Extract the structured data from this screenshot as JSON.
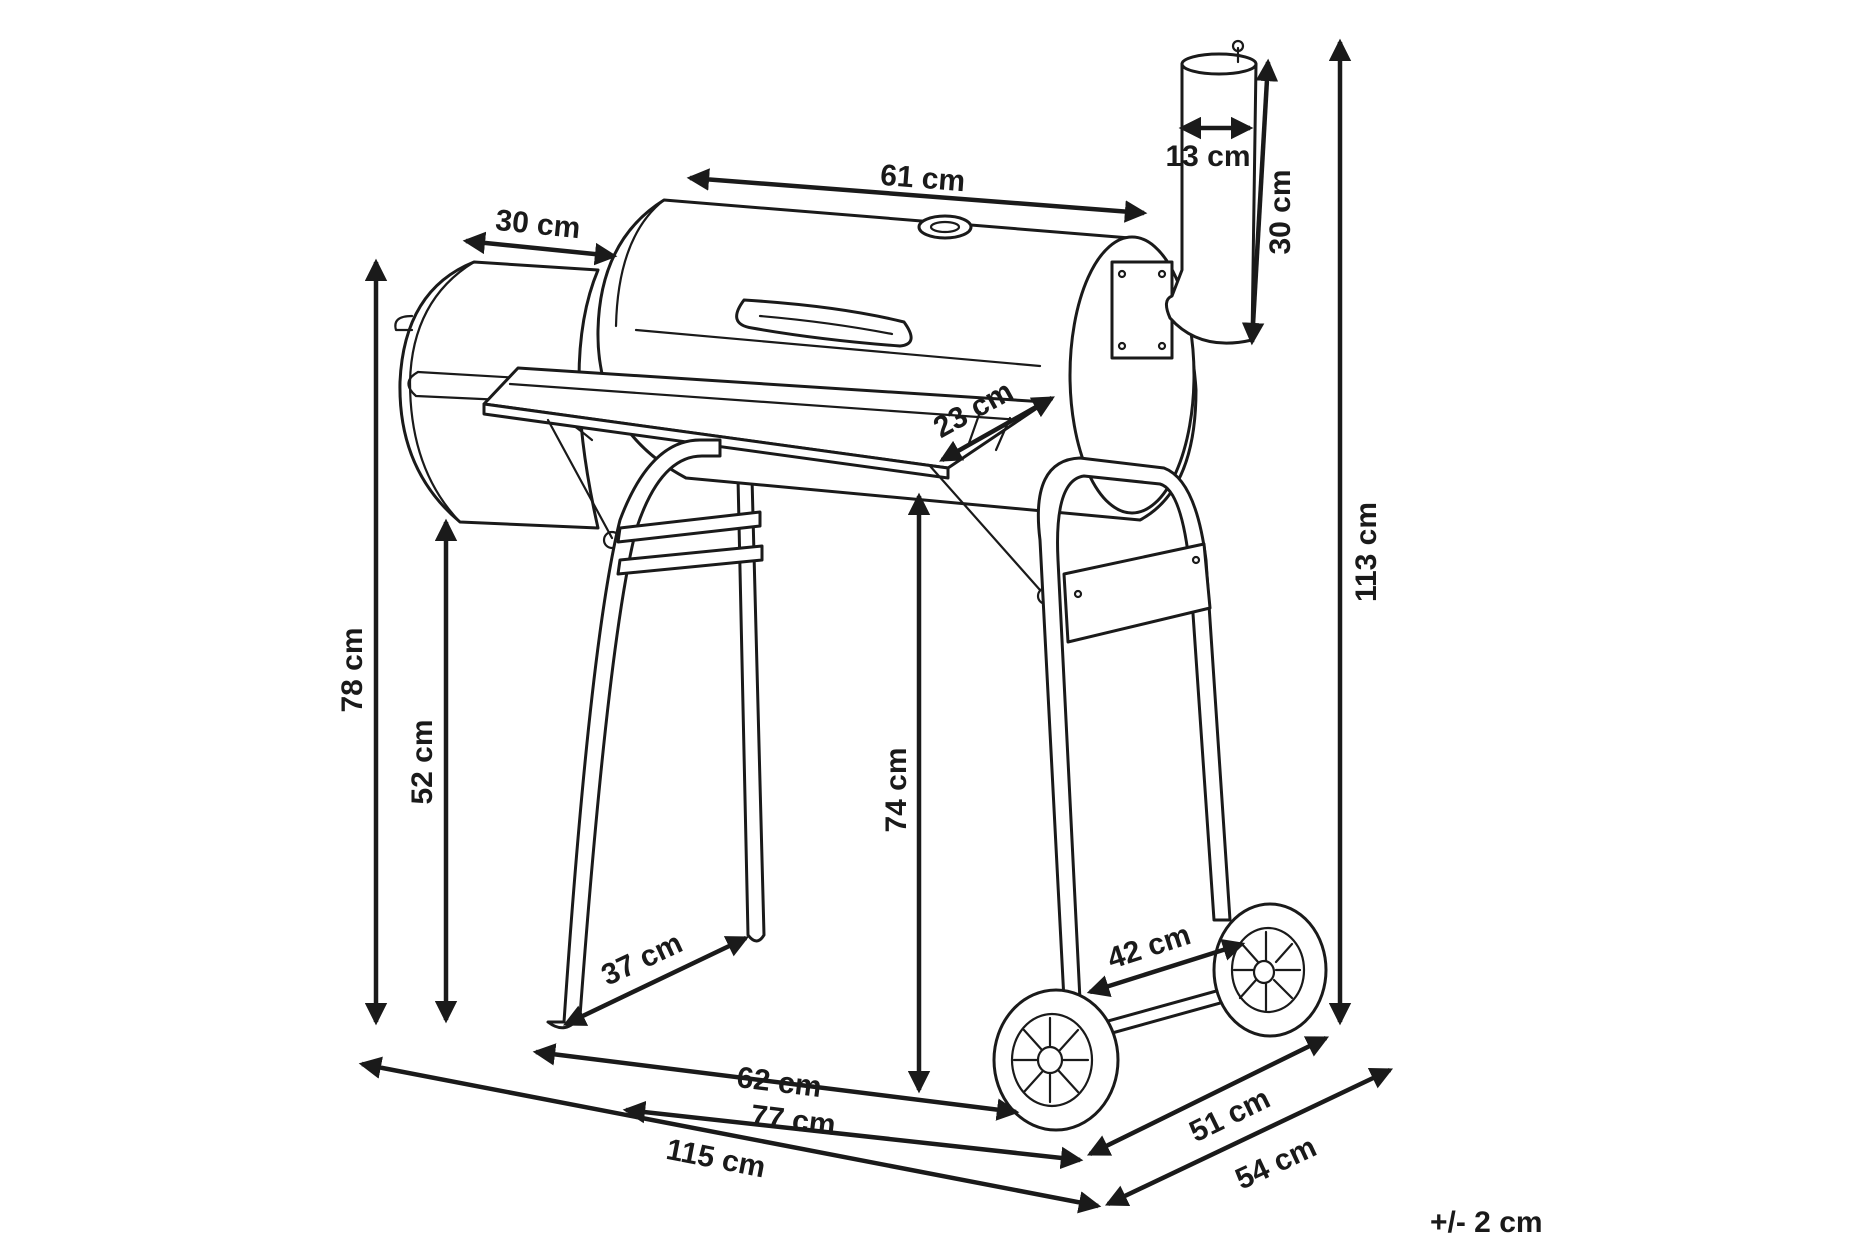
{
  "dimensions": [
    {
      "id": "main-chamber-length",
      "label": "61 cm"
    },
    {
      "id": "firebox-length",
      "label": "30 cm"
    },
    {
      "id": "chimney-diameter",
      "label": "13 cm"
    },
    {
      "id": "chimney-height",
      "label": "30 cm"
    },
    {
      "id": "shelf-depth",
      "label": "23 cm"
    },
    {
      "id": "total-height",
      "label": "113 cm"
    },
    {
      "id": "firebox-top-height",
      "label": "78 cm"
    },
    {
      "id": "firebox-bottom-height",
      "label": "52 cm"
    },
    {
      "id": "shelf-height",
      "label": "74 cm"
    },
    {
      "id": "leg-depth-left",
      "label": "37 cm"
    },
    {
      "id": "axle-width",
      "label": "42 cm"
    },
    {
      "id": "leg-span",
      "label": "62 cm"
    },
    {
      "id": "chamber-base-width",
      "label": "77 cm"
    },
    {
      "id": "total-width",
      "label": "115 cm"
    },
    {
      "id": "wheel-depth",
      "label": "51 cm"
    },
    {
      "id": "total-depth",
      "label": "54 cm"
    }
  ],
  "tolerance": "+/- 2 cm"
}
